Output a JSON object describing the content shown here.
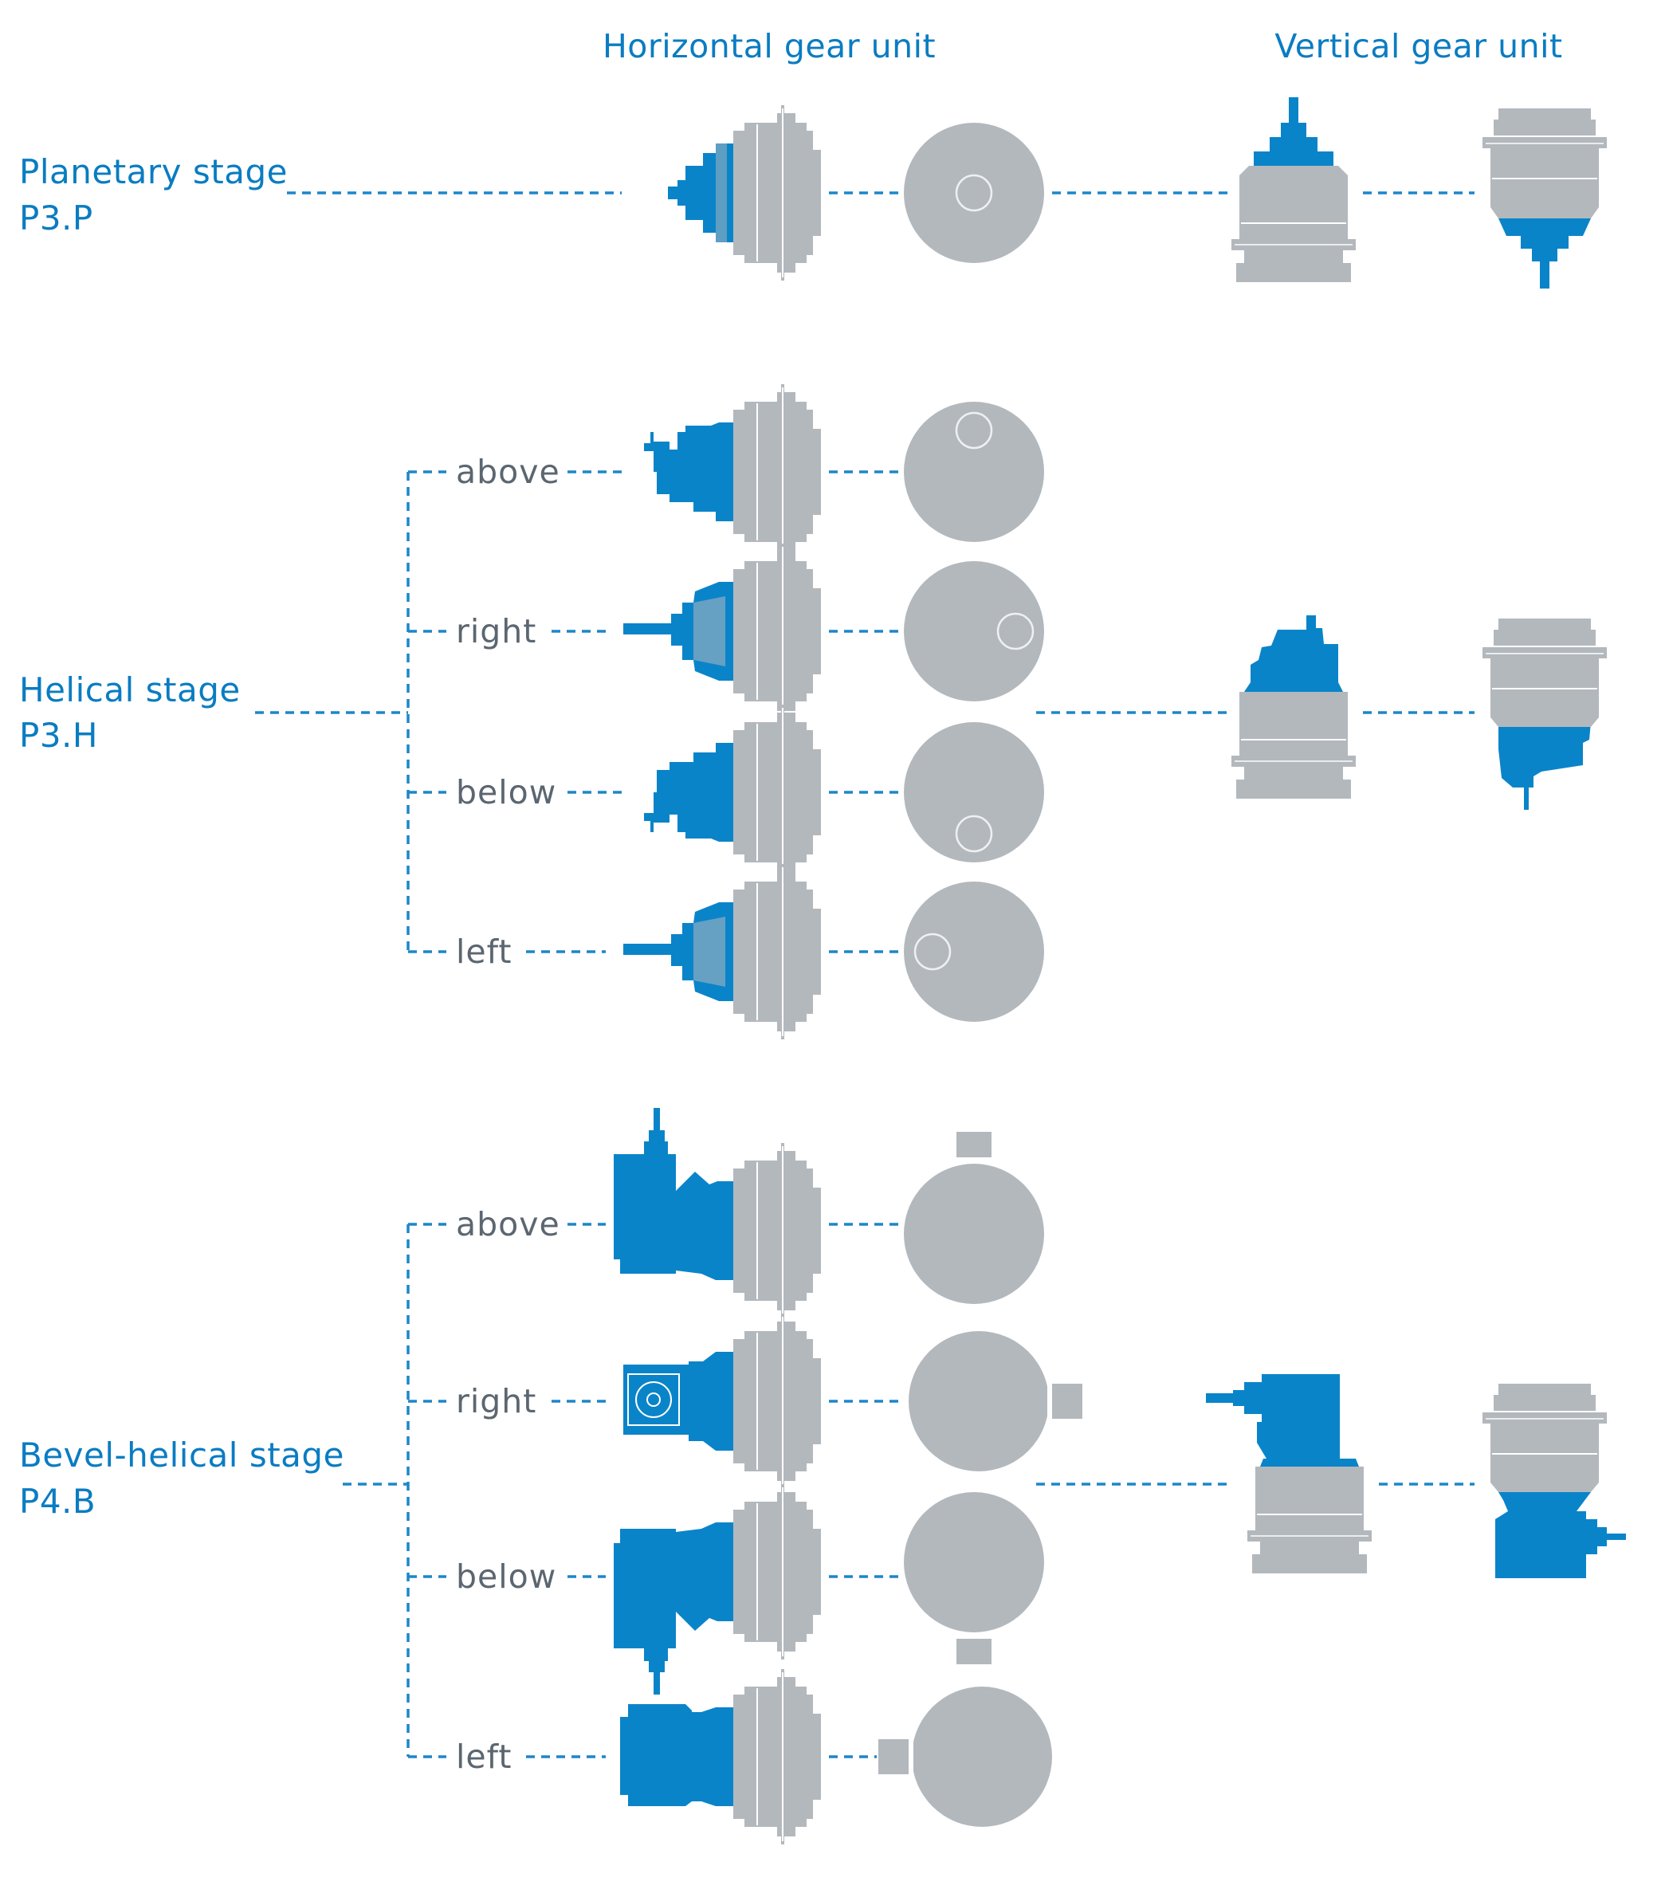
{
  "headers": {
    "horizontal": "Horizontal gear unit",
    "vertical": "Vertical gear unit"
  },
  "stages": [
    {
      "title": "Planetary stage",
      "code": "P3.P",
      "positions": []
    },
    {
      "title": "Helical stage",
      "code": "P3.H",
      "positions": [
        "above",
        "right",
        "below",
        "left"
      ]
    },
    {
      "title": "Bevel-helical stage",
      "code": "P4.B",
      "positions": [
        "above",
        "right",
        "below",
        "left"
      ]
    }
  ],
  "colors": {
    "accent_blue": "#0a84c9",
    "label_blue": "#0a7cc2",
    "housing_grey": "#b3b8bd",
    "position_text": "#5b6670",
    "connector_line": "#1d86c8"
  }
}
